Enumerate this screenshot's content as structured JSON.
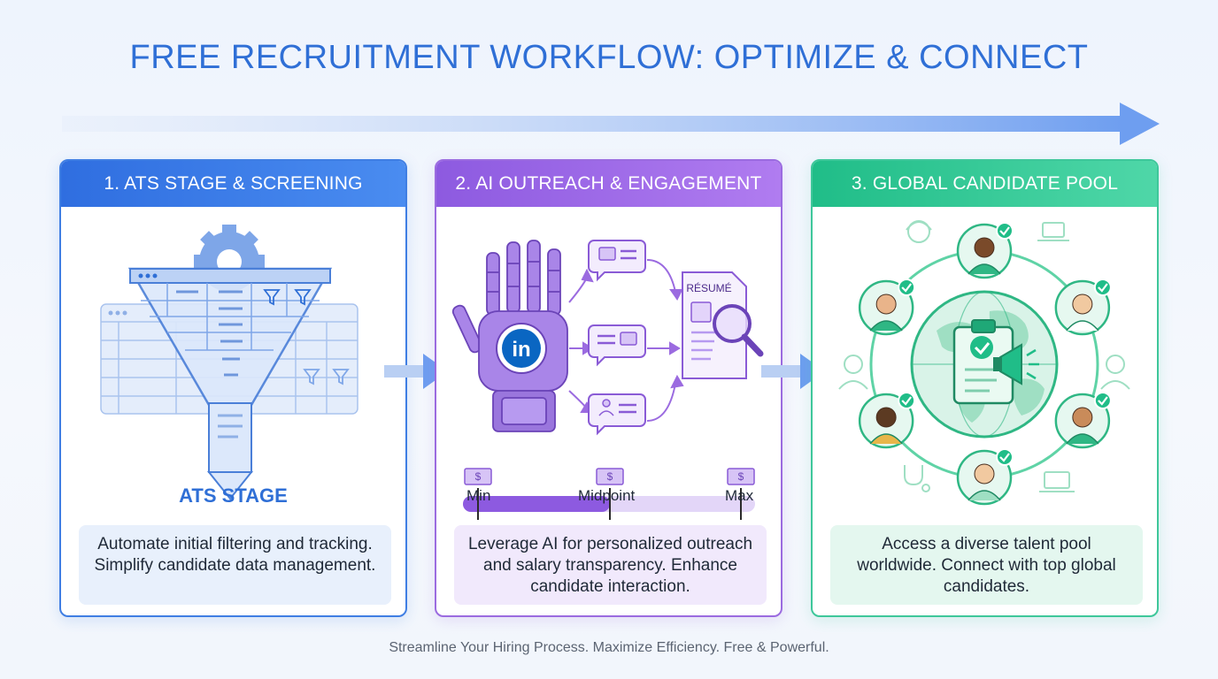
{
  "title": "FREE RECRUITMENT WORKFLOW: OPTIMIZE & CONNECT",
  "footer": "Streamline Your Hiring Process. Maximize Efficiency. Free & Powerful.",
  "colors": {
    "title": "#2f6fd6",
    "blue": "#3f7ee3",
    "purple": "#9b6be0",
    "green": "#3ec79a"
  },
  "cards": [
    {
      "header": "1. ATS STAGE & SCREENING",
      "stage_label": "ATS STAGE",
      "description": "Automate initial filtering and tracking. Simplify candidate data management.",
      "icons": [
        "gear-icon",
        "funnel-icon",
        "spreadsheet-icon",
        "filter-icon"
      ]
    },
    {
      "header": "2. AI OUTREACH & ENGAGEMENT",
      "resume_label": "RÉSUMÉ",
      "linkedin_label": "in",
      "salary_labels": {
        "min": "Min",
        "mid": "Midpoint",
        "max": "Max"
      },
      "currency_symbol": "$",
      "description": "Leverage AI for personalized outreach and salary transparency. Enhance candidate interaction.",
      "icons": [
        "robot-hand-icon",
        "linkedin-icon",
        "chat-bubble-icon",
        "resume-icon",
        "magnifier-icon",
        "money-icon"
      ]
    },
    {
      "header": "3. GLOBAL CANDIDATE POOL",
      "description": "Access a diverse talent pool worldwide. Connect with top global candidates.",
      "icons": [
        "globe-icon",
        "clipboard-icon",
        "megaphone-icon",
        "candidate-avatar-icon",
        "check-icon",
        "hard-hat-icon",
        "laptop-icon",
        "stethoscope-icon"
      ]
    }
  ]
}
